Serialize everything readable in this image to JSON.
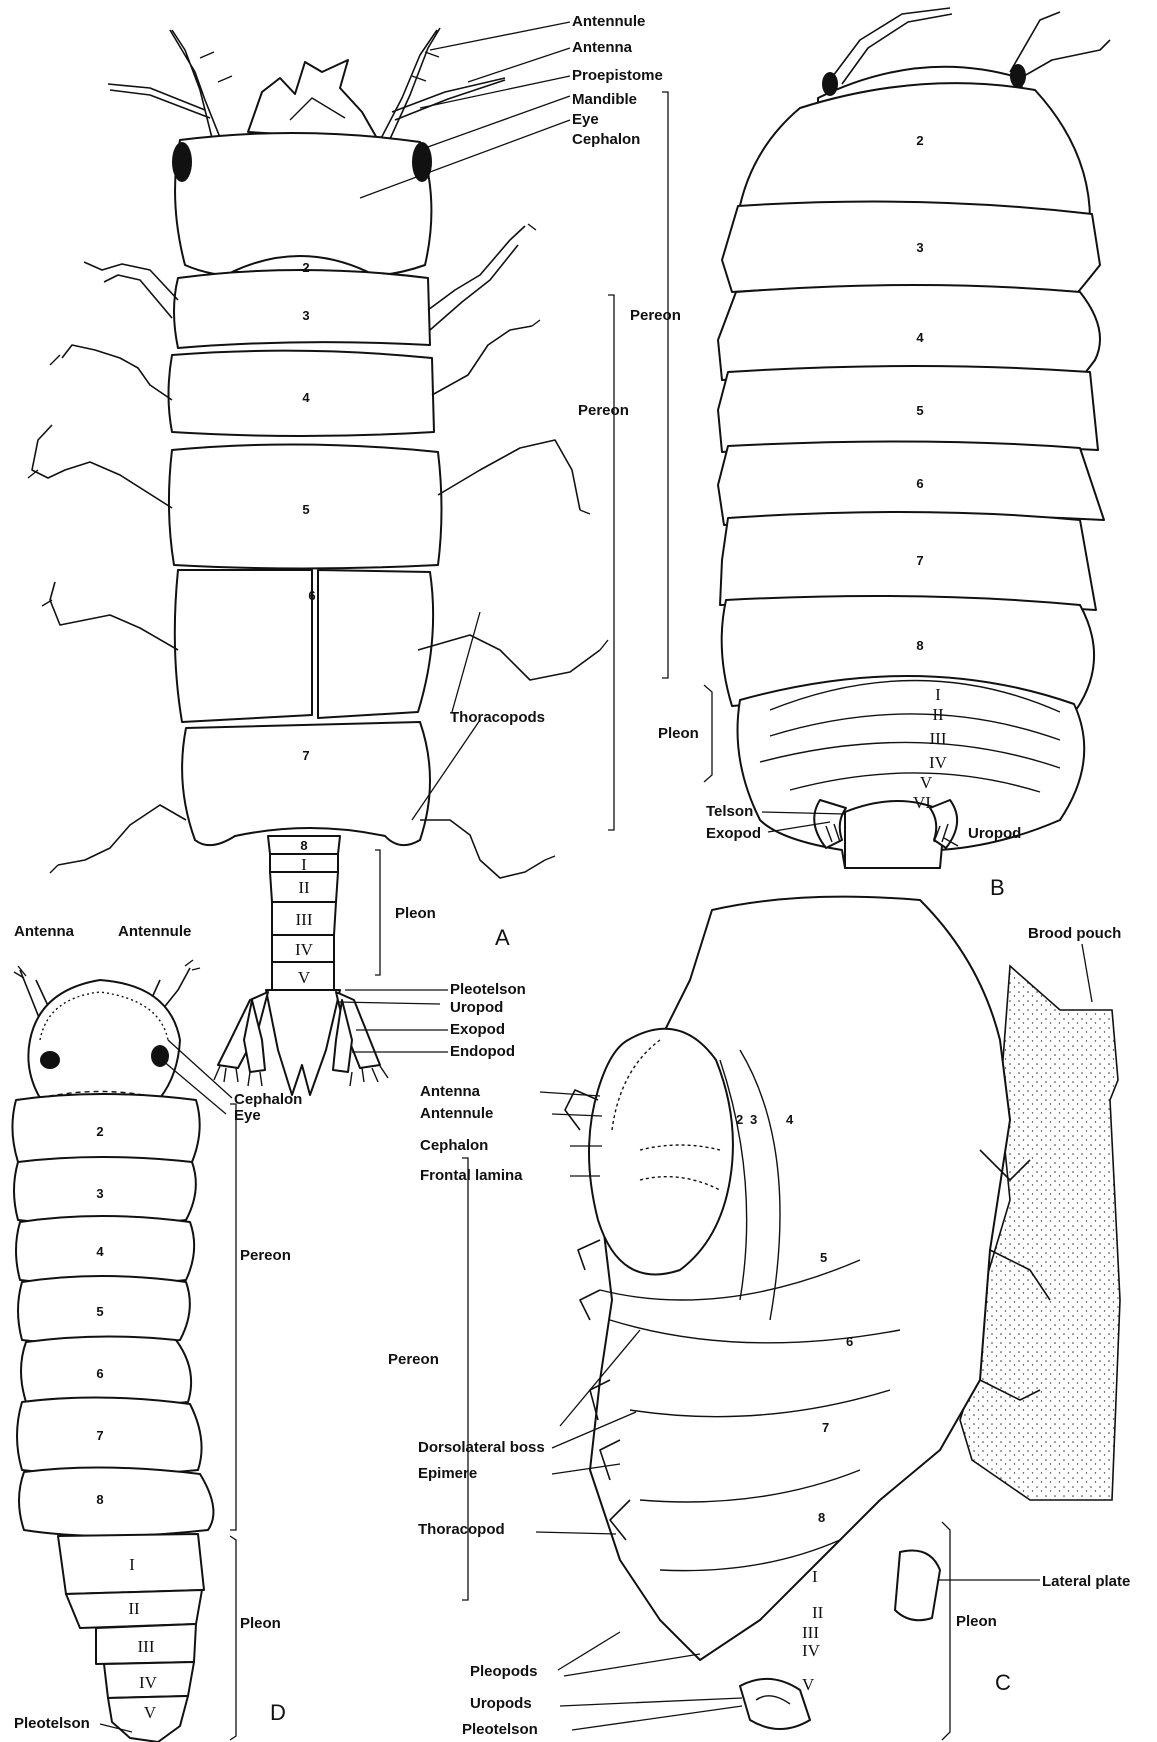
{
  "figA": {
    "letter": "A",
    "labels": {
      "antennule": "Antennule",
      "antenna": "Antenna",
      "proepistome": "Proepistome",
      "mandible": "Mandible",
      "eye": "Eye",
      "cephalon": "Cephalon",
      "pereon": "Pereon",
      "thoracopods": "Thoracopods",
      "pleon": "Pleon",
      "pleotelson": "Pleotelson",
      "uropod": "Uropod",
      "exopod": "Exopod",
      "endopod": "Endopod"
    },
    "segments": [
      "2",
      "3",
      "4",
      "5",
      "6",
      "7",
      "8"
    ],
    "pleonites": [
      "I",
      "II",
      "III",
      "IV",
      "V"
    ]
  },
  "figB": {
    "letter": "B",
    "labels": {
      "pereon": "Pereon",
      "pleon": "Pleon",
      "telson": "Telson",
      "exopod": "Exopod",
      "uropod": "Uropod"
    },
    "segments": [
      "2",
      "3",
      "4",
      "5",
      "6",
      "7",
      "8"
    ],
    "pleonites": [
      "I",
      "II",
      "III",
      "IV",
      "V",
      "VI"
    ]
  },
  "figC": {
    "letter": "C",
    "labels": {
      "brood_pouch": "Brood pouch",
      "antenna": "Antenna",
      "antennule": "Antennule",
      "cephalon": "Cephalon",
      "frontal_lamina": "Frontal lamina",
      "pereon": "Pereon",
      "dorsolateral_boss": "Dorsolateral boss",
      "epimere": "Epimere",
      "thoracopod": "Thoracopod",
      "lateral_plate": "Lateral plate",
      "pleon": "Pleon",
      "pleopods": "Pleopods",
      "uropods": "Uropods",
      "pleotelson": "Pleotelson"
    },
    "segments": [
      "2",
      "3",
      "4",
      "5",
      "6",
      "7",
      "8"
    ],
    "pleonites": [
      "I",
      "II",
      "III",
      "IV",
      "V"
    ]
  },
  "figD": {
    "letter": "D",
    "labels": {
      "antenna": "Antenna",
      "antennule": "Antennule",
      "cephalon": "Cephalon",
      "eye": "Eye",
      "pereon": "Pereon",
      "pleon": "Pleon",
      "pleotelson": "Pleotelson"
    },
    "segments": [
      "2",
      "3",
      "4",
      "5",
      "6",
      "7",
      "8"
    ],
    "pleonites": [
      "I",
      "II",
      "III",
      "IV",
      "V"
    ]
  }
}
